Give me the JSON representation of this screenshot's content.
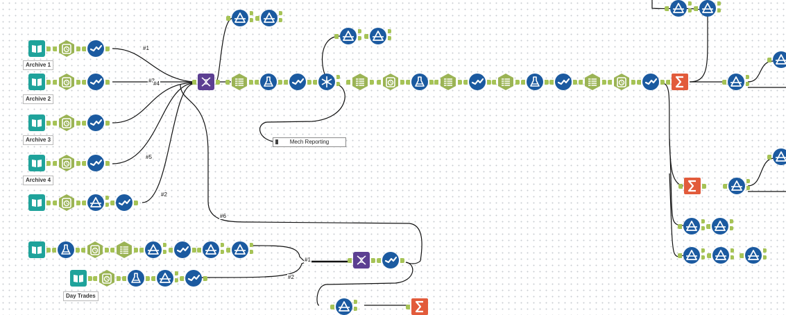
{
  "colors": {
    "input": "#1fa39b",
    "prep": "#9bb455",
    "prep_dark": "#7f9a3d",
    "parse": "#1b5aa0",
    "join": "#5c3f92",
    "summarize": "#e25b3b",
    "anchor": "#a6c356",
    "connection": "#111111"
  },
  "captions": {
    "archive_1": "Archive 1",
    "archive_2": "Archive 2",
    "archive_3": "Archive 3",
    "archive_4": "Archive 4",
    "day_trades": "Day Trades"
  },
  "browse_tool": {
    "label": "Mech Reporting"
  },
  "connection_labels": {
    "c1": "#1",
    "c3": "#3",
    "c4": "#4",
    "c5": "#5",
    "c2": "#2",
    "c6": "#6",
    "j1": "#1",
    "j2": "#2"
  },
  "icons": {
    "input": "book-icon",
    "select": "stopwatch-icon",
    "formula": "checkmark-wave-icon",
    "filter": "triangle-icon",
    "multi_field": "flask-icon",
    "sort": "list-icon",
    "join_multiple": "dna-icon",
    "summarize": "sigma-icon",
    "transpose": "asterisk-icon"
  }
}
